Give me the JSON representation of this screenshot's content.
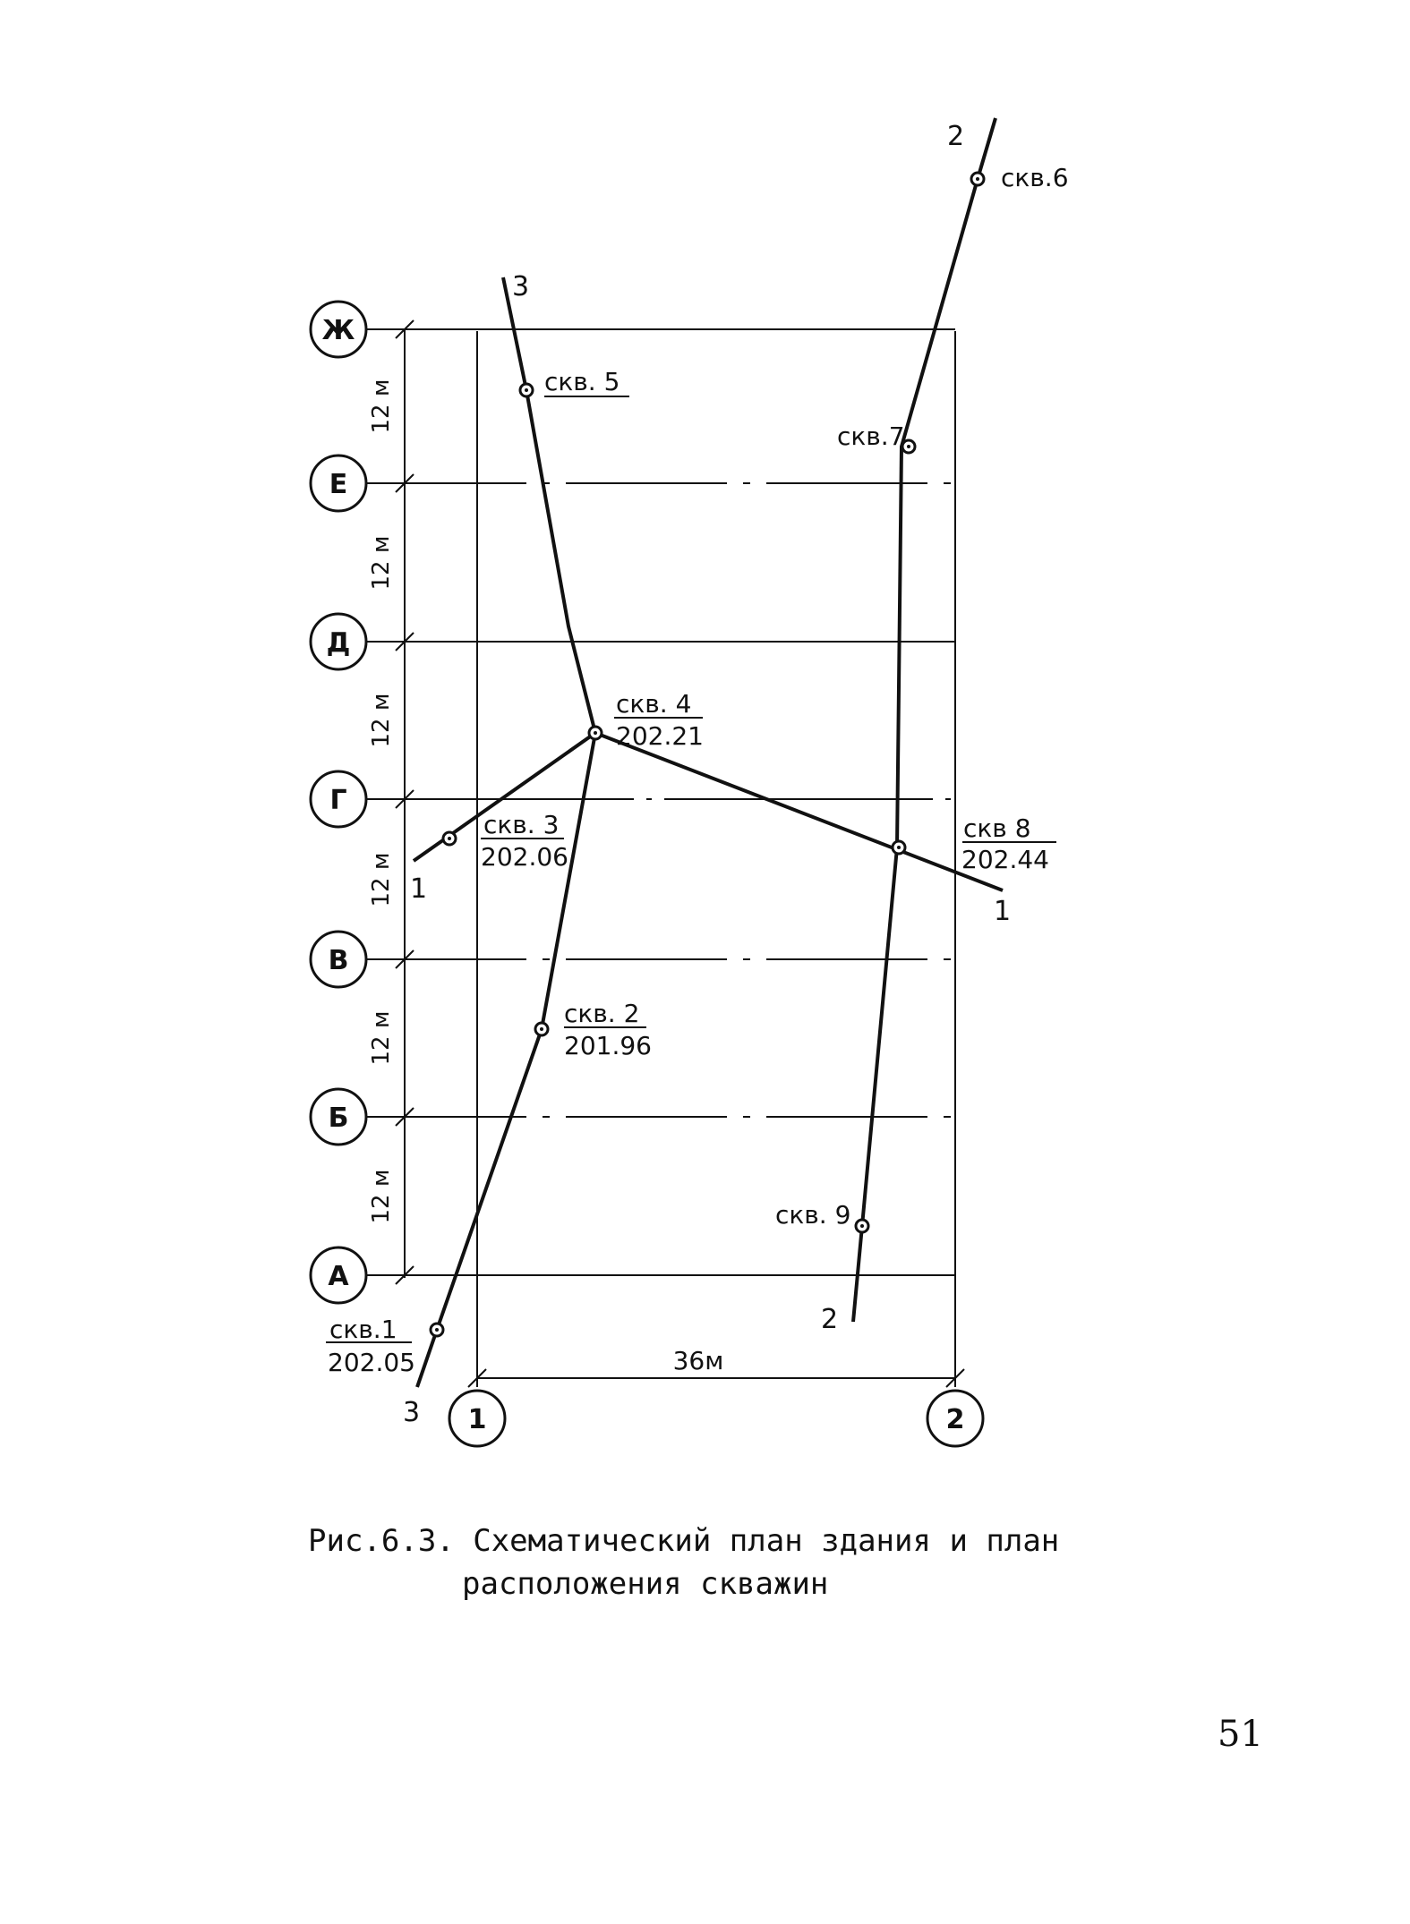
{
  "axes_rows": [
    {
      "id": "row-zh",
      "label": "Ж"
    },
    {
      "id": "row-e",
      "label": "Е"
    },
    {
      "id": "row-d",
      "label": "Д"
    },
    {
      "id": "row-g",
      "label": "Г"
    },
    {
      "id": "row-v",
      "label": "В"
    },
    {
      "id": "row-b",
      "label": "Б"
    },
    {
      "id": "row-a",
      "label": "А"
    }
  ],
  "axes_cols": [
    {
      "id": "col-1",
      "label": "1"
    },
    {
      "id": "col-2",
      "label": "2"
    }
  ],
  "dimension_rows": [
    "12 м",
    "12 м",
    "12 м",
    "12 м",
    "12 м",
    "12 м"
  ],
  "dimension_width": "36м",
  "boreholes": [
    {
      "id": "bh-1",
      "name": "скв.1",
      "elevation": "202.05"
    },
    {
      "id": "bh-2",
      "name": "скв. 2",
      "elevation": "201.96"
    },
    {
      "id": "bh-3",
      "name": "скв. 3",
      "elevation": "202.06"
    },
    {
      "id": "bh-4",
      "name": "скв. 4",
      "elevation": "202.21"
    },
    {
      "id": "bh-5",
      "name": "скв. 5",
      "elevation": ""
    },
    {
      "id": "bh-6",
      "name": "скв.6",
      "elevation": ""
    },
    {
      "id": "bh-7",
      "name": "скв.7",
      "elevation": ""
    },
    {
      "id": "bh-8",
      "name": "скв 8",
      "elevation": "202.44"
    },
    {
      "id": "bh-9",
      "name": "скв. 9",
      "elevation": ""
    }
  ],
  "section_labels": {
    "s1_start": "1",
    "s1_end": "1",
    "s2_start": "2",
    "s2_end": "2",
    "s3_start": "3",
    "s3_end": "3"
  },
  "caption": {
    "line1": "Рис.6.3. Схематический план здания и план",
    "line2": "расположения скважин"
  },
  "page_number": "51"
}
